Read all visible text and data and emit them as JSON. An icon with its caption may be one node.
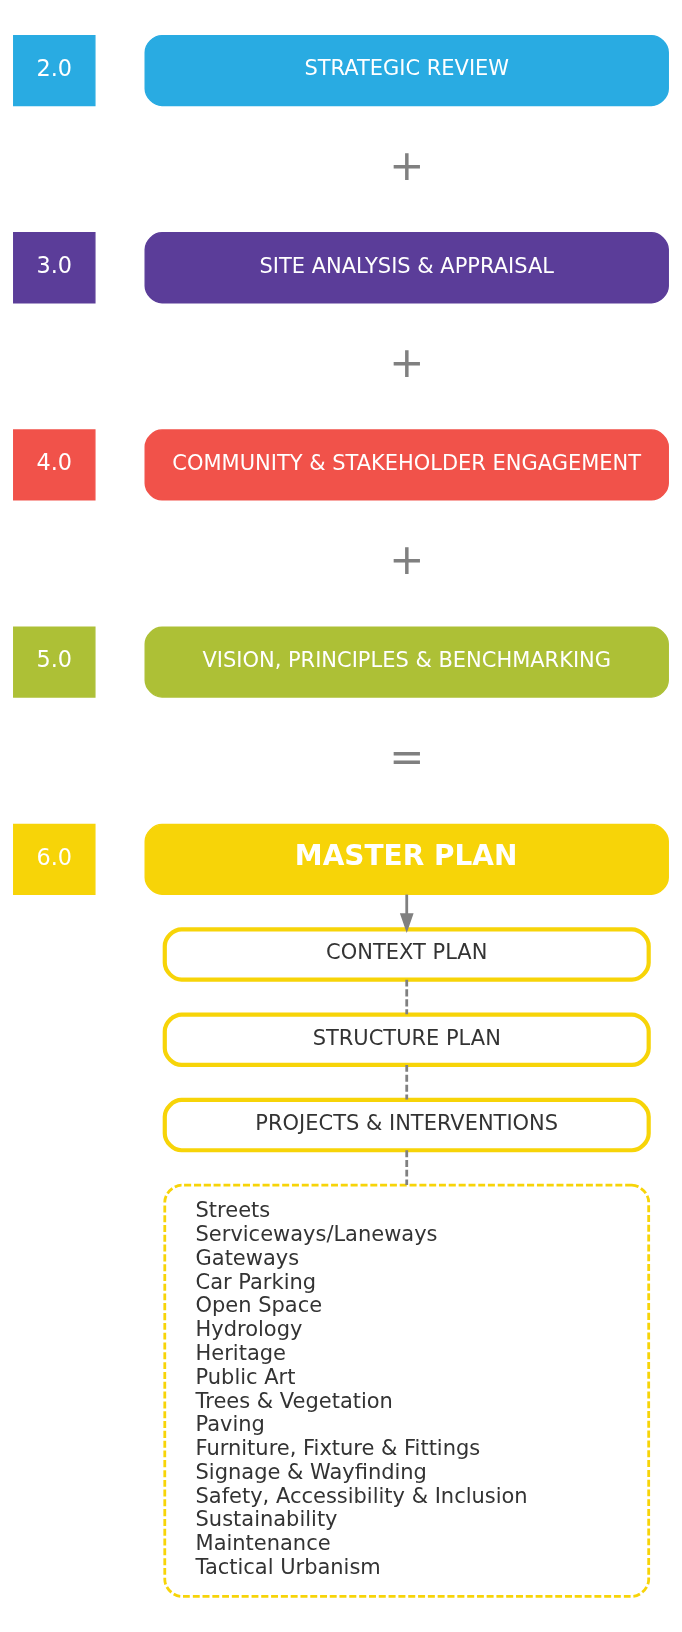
{
  "diagram": {
    "nodes": [
      {
        "text": [
          "2.0"
        ]
      },
      {
        "text": [
          "STRATEGIC REVIEW"
        ]
      },
      {
        "text": [
          "3.0"
        ]
      },
      {
        "text": [
          "SITE ANALYSIS & APPRAISAL"
        ]
      },
      {
        "text": [
          "4.0"
        ]
      },
      {
        "text": [
          "COMMUNITY & STAKEHOLDER ENGAGEMENT"
        ]
      },
      {
        "text": [
          "5.0"
        ]
      },
      {
        "text": [
          "VISION, PRINCIPLES & BENCHMARKING"
        ]
      },
      {
        "text": [
          "6.0"
        ]
      },
      {
        "text": [
          "MASTER PLAN"
        ]
      },
      {
        "text": [
          "CONTEXT PLAN"
        ]
      },
      {
        "text": [
          "STRUCTURE PLAN"
        ]
      },
      {
        "text": [
          "PROJECTS & INTERVENTIONS"
        ]
      },
      {
        "text": [
          "Streets",
          "Serviceways/Laneways",
          "Gateways",
          "Car Parking",
          "Open Space",
          "Hydrology",
          "Heritage",
          "Public Art",
          "Trees & Vegetation",
          "Paving",
          "Furniture, Fixture & Fittings",
          "Signage & Wayfinding",
          "Safety, Accessibility & Inclusion",
          "Sustainability",
          "Maintenance",
          "Tactical Urbanism"
        ]
      }
    ],
    "edges": [
      {
        "from": 9,
        "to": 10,
        "arrow": "to"
      },
      {
        "from": 10,
        "to": 11,
        "arrow": "none",
        "style": "dashed"
      },
      {
        "from": 11,
        "to": 12,
        "arrow": "none",
        "style": "dashed"
      },
      {
        "from": 12,
        "to": 13,
        "arrow": "none",
        "style": "dashed"
      }
    ],
    "labels": [
      "+",
      "+",
      "+",
      "="
    ]
  }
}
